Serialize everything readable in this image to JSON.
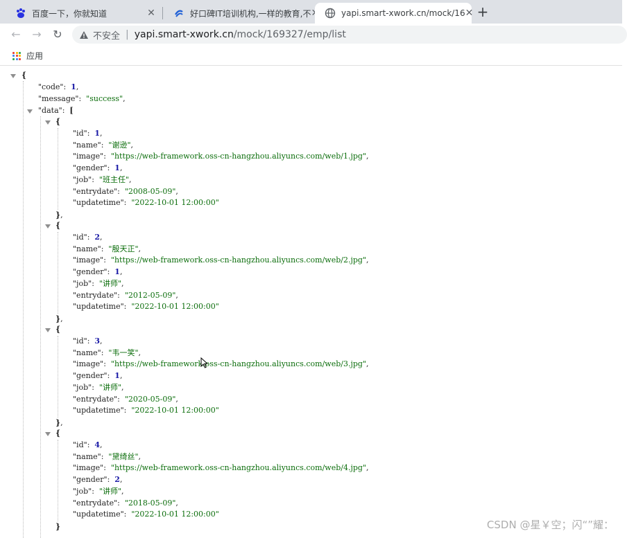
{
  "browser": {
    "tabs": [
      {
        "title": "百度一下，你就知道",
        "icon": "baidu-paw-icon",
        "active": false
      },
      {
        "title": "好口碑IT培训机构,一样的教育,不",
        "icon": "itheima-logo-icon",
        "active": false
      },
      {
        "title": "yapi.smart-xwork.cn/mock/16",
        "icon": "globe-icon",
        "active": true
      }
    ],
    "new_tab_icon": "plus-icon",
    "security_label": "不安全",
    "url_host": "yapi.smart-xwork.cn",
    "url_path": "/mock/169327/emp/list",
    "bookmarks": [
      {
        "label": "应用",
        "icon": "apps-grid-icon"
      }
    ]
  },
  "json": {
    "code": "1",
    "message": "\"success\"",
    "keys": {
      "code": "\"code\"",
      "message": "\"message\"",
      "data": "\"data\"",
      "id": "\"id\"",
      "name": "\"name\"",
      "image": "\"image\"",
      "gender": "\"gender\"",
      "job": "\"job\"",
      "entrydate": "\"entrydate\"",
      "updatetime": "\"updatetime\""
    },
    "data": [
      {
        "id": "1",
        "name": "\"谢逊\"",
        "image": "\"https://web-framework.oss-cn-hangzhou.aliyuncs.com/web/1.jpg\"",
        "gender": "1",
        "job": "\"班主任\"",
        "entrydate": "\"2008-05-09\"",
        "updatetime": "\"2022-10-01 12:00:00\""
      },
      {
        "id": "2",
        "name": "\"殷天正\"",
        "image": "\"https://web-framework.oss-cn-hangzhou.aliyuncs.com/web/2.jpg\"",
        "gender": "1",
        "job": "\"讲师\"",
        "entrydate": "\"2012-05-09\"",
        "updatetime": "\"2022-10-01 12:00:00\""
      },
      {
        "id": "3",
        "name": "\"韦一笑\"",
        "image": "\"https://web-framework.oss-cn-hangzhou.aliyuncs.com/web/3.jpg\"",
        "gender": "1",
        "job": "\"讲师\"",
        "entrydate": "\"2020-05-09\"",
        "updatetime": "\"2022-10-01 12:00:00\""
      },
      {
        "id": "4",
        "name": "\"黛绮丝\"",
        "image": "\"https://web-framework.oss-cn-hangzhou.aliyuncs.com/web/4.jpg\"",
        "gender": "2",
        "job": "\"讲师\"",
        "entrydate": "\"2018-05-09\"",
        "updatetime": "\"2022-10-01 12:00:00\""
      }
    ]
  },
  "watermark": "CSDN @星￥空；闪“”耀：",
  "colors": {
    "tabstrip": "#dee1e6",
    "number": "#1a1aa6",
    "string": "#0b6d0b",
    "guide": "#bbbbbb"
  }
}
